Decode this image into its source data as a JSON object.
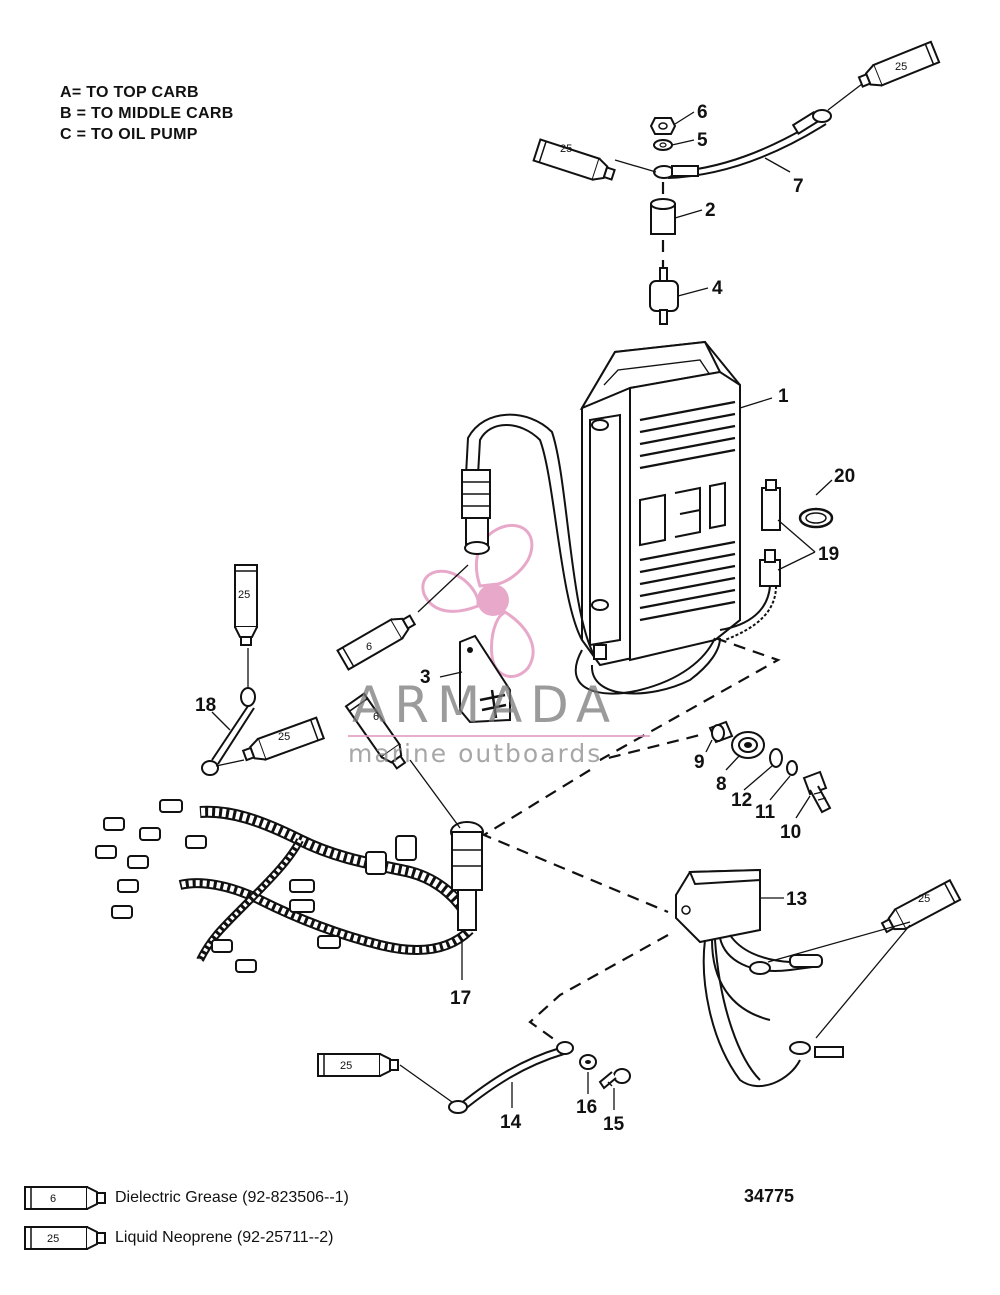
{
  "legend_keys": [
    "A= TO TOP CARB",
    "B = TO MIDDLE CARB",
    "C = TO OIL PUMP"
  ],
  "callouts": {
    "c1": "1",
    "c2": "2",
    "c3": "3",
    "c4": "4",
    "c5": "5",
    "c6": "6",
    "c7": "7",
    "c8": "8",
    "c9": "9",
    "c10": "10",
    "c11": "11",
    "c12": "12",
    "c13": "13",
    "c14": "14",
    "c15": "15",
    "c16": "16",
    "c17": "17",
    "c18": "18",
    "c19": "19",
    "c20": "20"
  },
  "tube_labels": {
    "grease": "6",
    "neoprene": "25"
  },
  "footer_legend": [
    {
      "tube_number": "6",
      "text": "Dielectric Grease (92-823506--1)"
    },
    {
      "tube_number": "25",
      "text": "Liquid Neoprene (92-25711--2)"
    }
  ],
  "drawing_number": "34775",
  "watermark": {
    "brand": "ARMADA",
    "tagline": "marine outboards"
  },
  "colors": {
    "line": "#111111",
    "watermark_pink": "#e39ac1",
    "watermark_gray": "#7a7a7a"
  },
  "icons": [
    "grease-tube-icon",
    "propeller-logo-icon"
  ]
}
